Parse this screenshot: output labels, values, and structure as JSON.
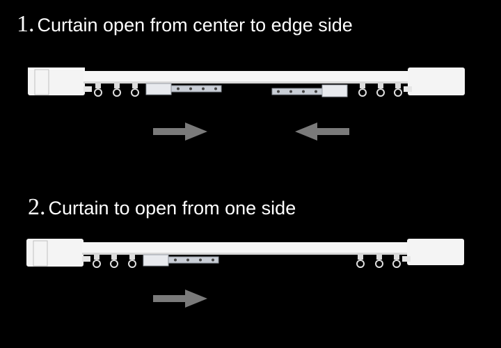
{
  "sections": [
    {
      "number": "1.",
      "caption": "Curtain open from center to edge side"
    },
    {
      "number": "2.",
      "caption": "Curtain to open from one side"
    }
  ],
  "colors": {
    "background": "#000000",
    "text": "#ffffff",
    "rail": "#f2f2f2",
    "bracket": "#c9ced6",
    "arrow": "#7a7a7a"
  },
  "icons": {
    "arrow_right": "arrow-right-icon",
    "arrow_left": "arrow-left-icon",
    "hook": "curtain-hook-icon"
  }
}
